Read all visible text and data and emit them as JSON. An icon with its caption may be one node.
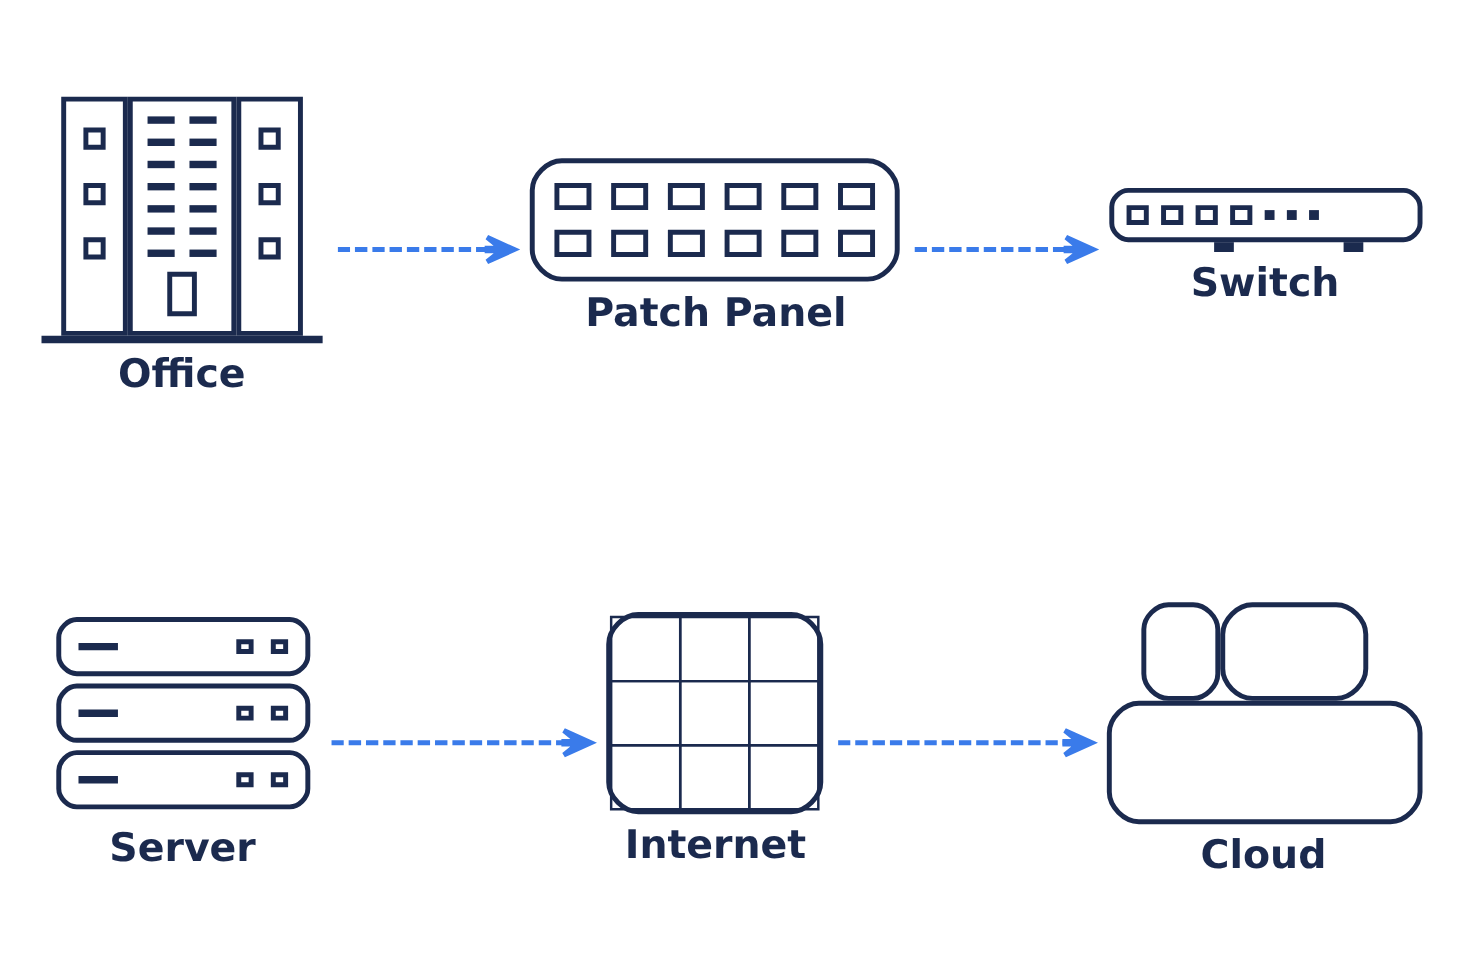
{
  "diagram": {
    "nodes": [
      {
        "text": [],
        "shape": "picture",
        "beside": [
          "Office"
        ]
      },
      {
        "text": [],
        "shape": "picture",
        "beside": [
          "Patch Panel"
        ]
      },
      {
        "text": [],
        "shape": "picture",
        "beside": [
          "Switch"
        ]
      },
      {
        "text": [],
        "shape": "picture",
        "beside": [
          "Server"
        ]
      },
      {
        "text": [],
        "shape": "picture",
        "beside": [
          "Internet"
        ]
      },
      {
        "text": [],
        "shape": "cloud",
        "beside": [
          "Cloud"
        ]
      }
    ],
    "edges": [
      {
        "from": 0,
        "to": 1,
        "arrow": "to",
        "style": "dashed"
      },
      {
        "from": 1,
        "to": 2,
        "arrow": "to",
        "style": "dashed"
      },
      {
        "from": 3,
        "to": 4,
        "arrow": "to",
        "style": "dashed"
      },
      {
        "from": 4,
        "to": 5,
        "arrow": "to",
        "style": "dashed"
      }
    ]
  }
}
